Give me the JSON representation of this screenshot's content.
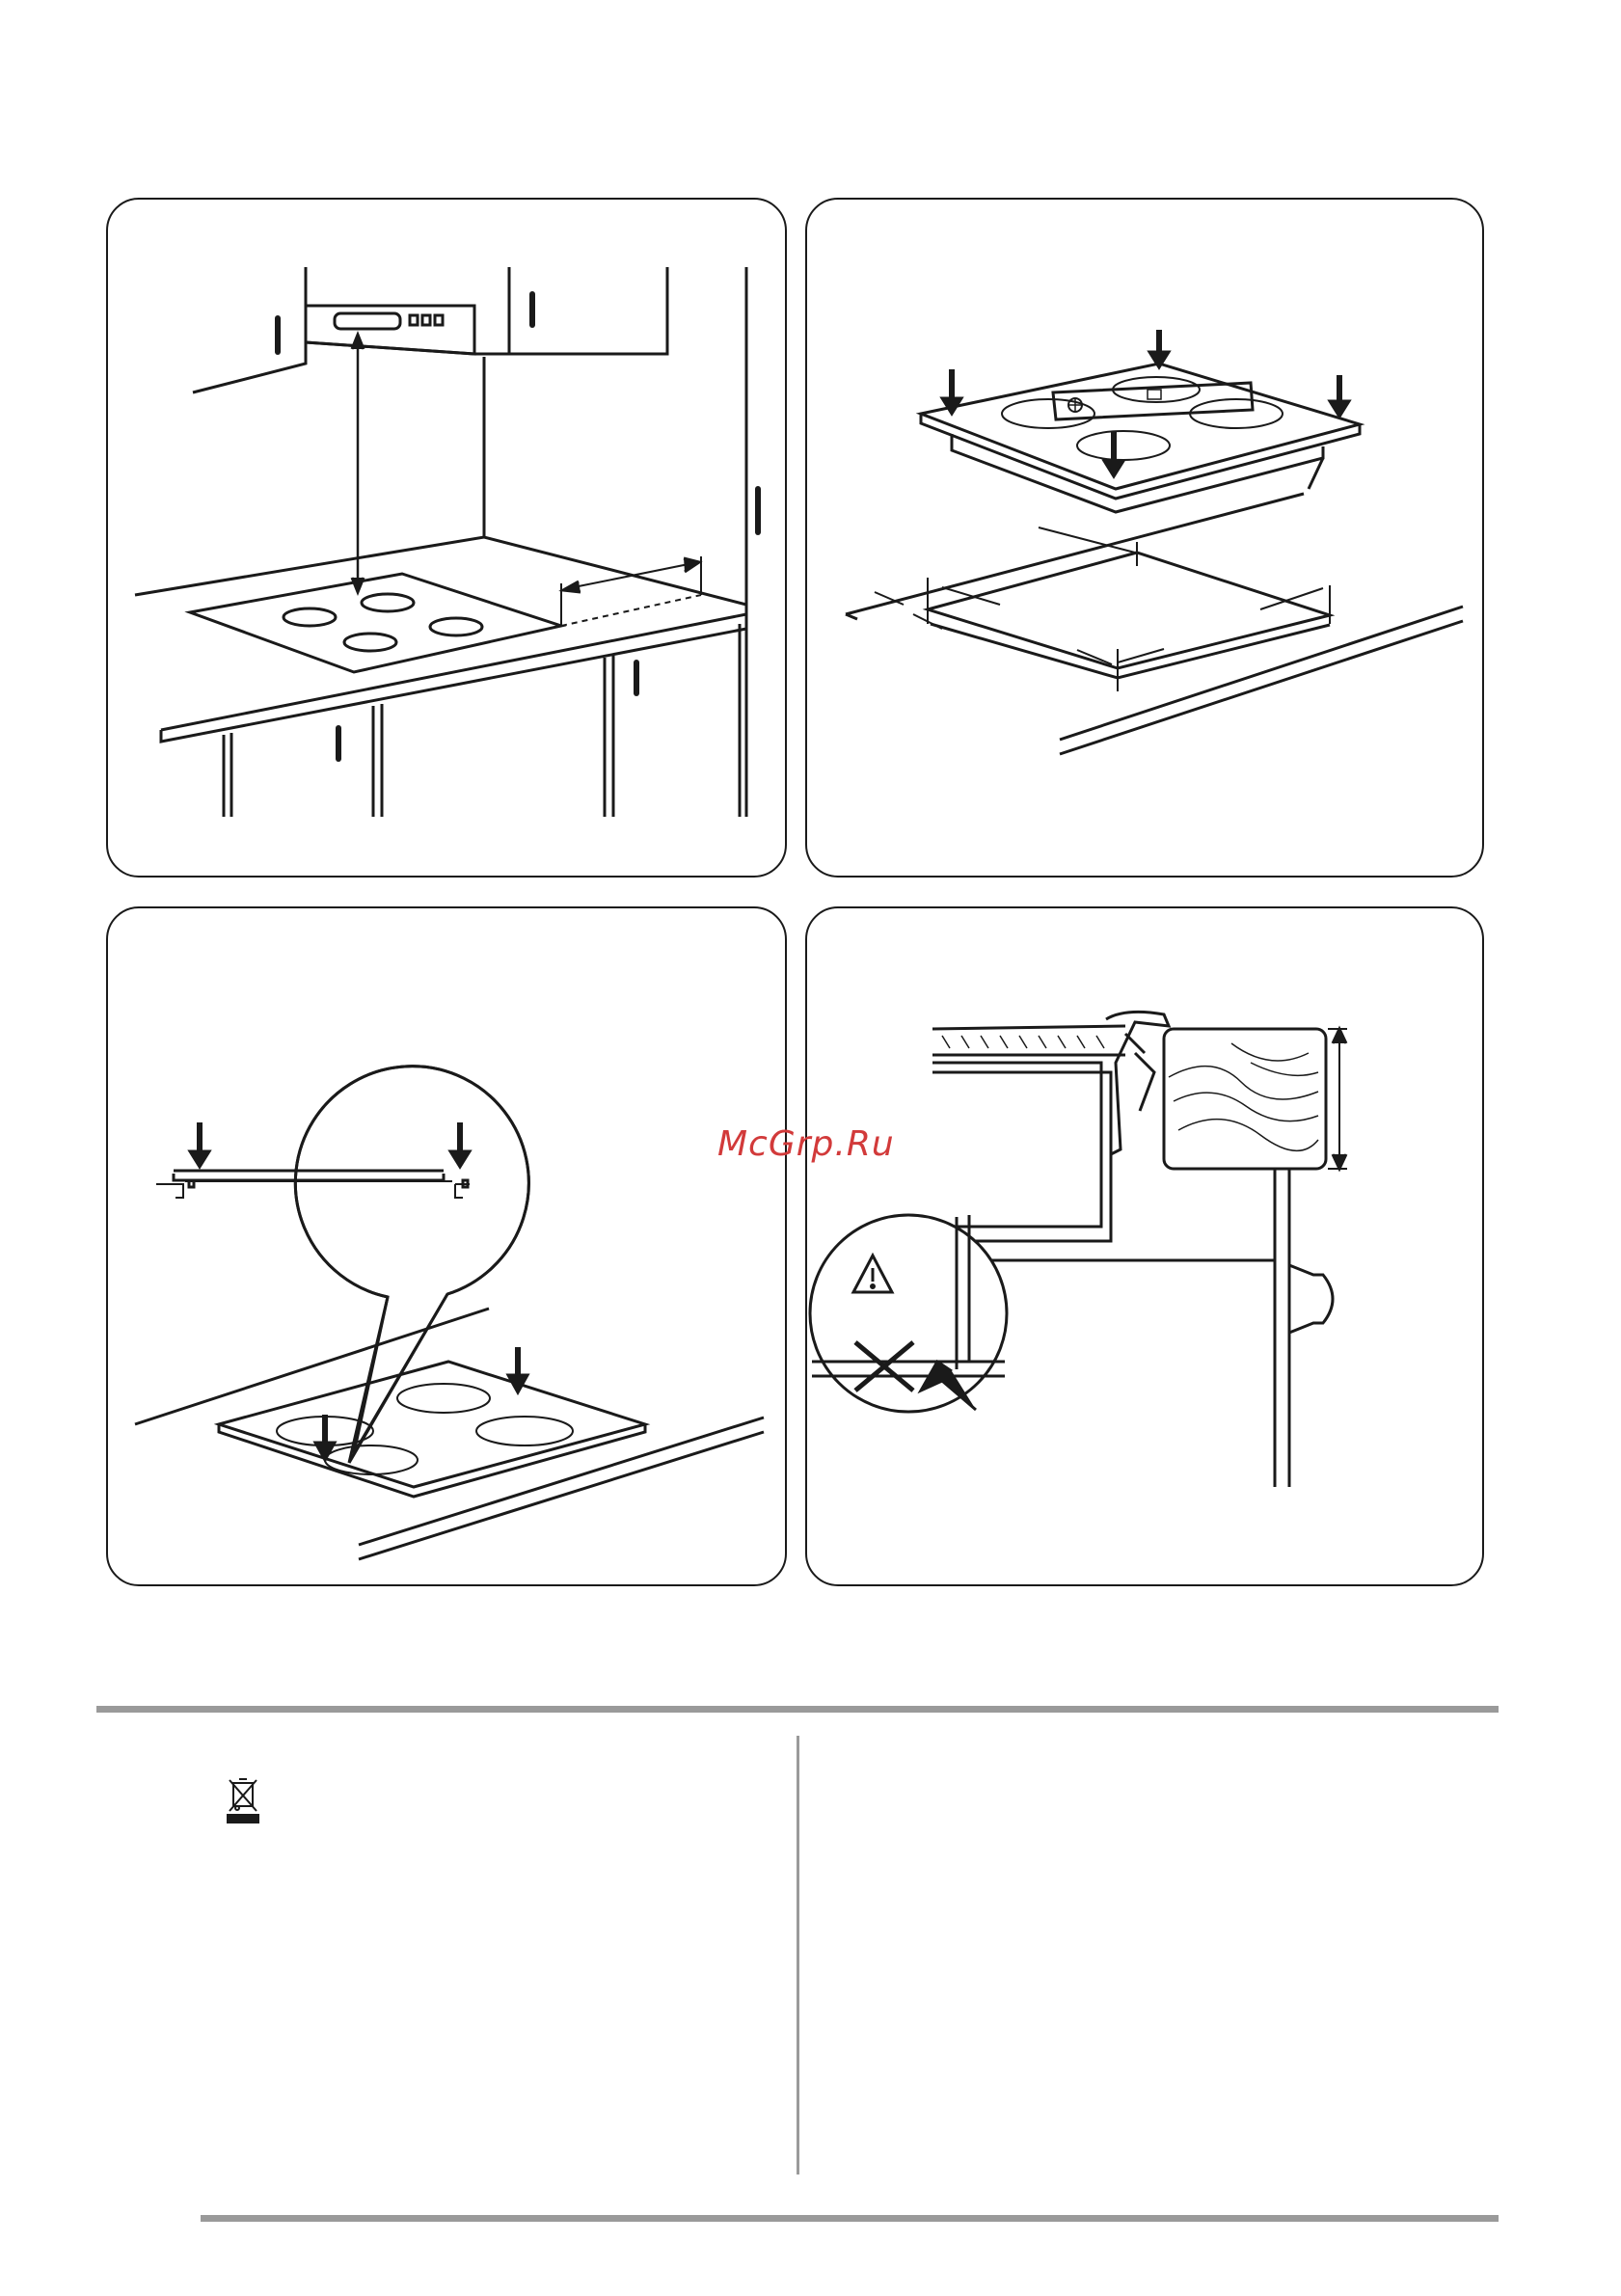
{
  "watermark": {
    "text": "McGrp.Ru",
    "color": "#d23a3a"
  },
  "figures": [
    {
      "name": "hood-clearance-illustration"
    },
    {
      "name": "hob-into-cutout-illustration"
    },
    {
      "name": "press-down-detail-illustration"
    },
    {
      "name": "sealing-edge-warning-illustration"
    }
  ],
  "icons": {
    "weee": "crossed-out-wheelie-bin-icon",
    "warning": "warning-triangle-icon"
  },
  "colors": {
    "line": "#1a1a1a",
    "rule": "#9a9a9a",
    "watermark": "#d23a3a"
  }
}
